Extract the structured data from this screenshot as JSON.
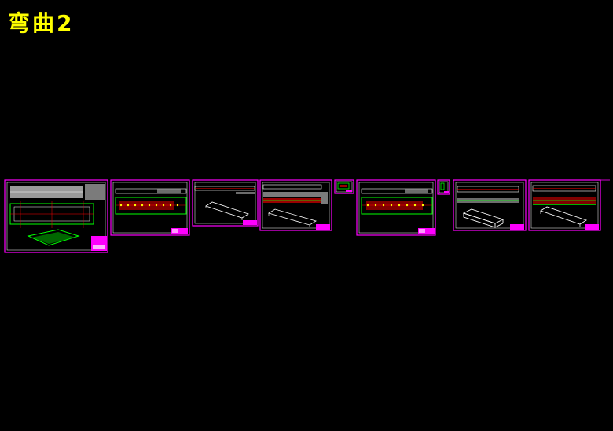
{
  "drawing": {
    "title": "弯曲2",
    "colors": {
      "background": "#000000",
      "title": "#ffff00",
      "sheet_border": "#ff00ff",
      "inner_border": "#ffffff",
      "part_line": "#00ff00",
      "center_line": "#ff0000",
      "hole": "#ffff00",
      "title_block": "#ff00ff",
      "grey_part": "#9a9a9a"
    },
    "sheets": [
      {
        "id": "sheet-1",
        "style": "assembly"
      },
      {
        "id": "sheet-2",
        "style": "long-plan"
      },
      {
        "id": "sheet-3",
        "style": "bar-iso"
      },
      {
        "id": "sheet-4",
        "style": "bar-iso-detail"
      },
      {
        "id": "sheet-5",
        "style": "small-detail"
      },
      {
        "id": "sheet-6",
        "style": "long-plan"
      },
      {
        "id": "sheet-7",
        "style": "small-detail-narrow"
      },
      {
        "id": "sheet-8",
        "style": "block-iso"
      },
      {
        "id": "sheet-9",
        "style": "bar-iso-long"
      }
    ]
  }
}
